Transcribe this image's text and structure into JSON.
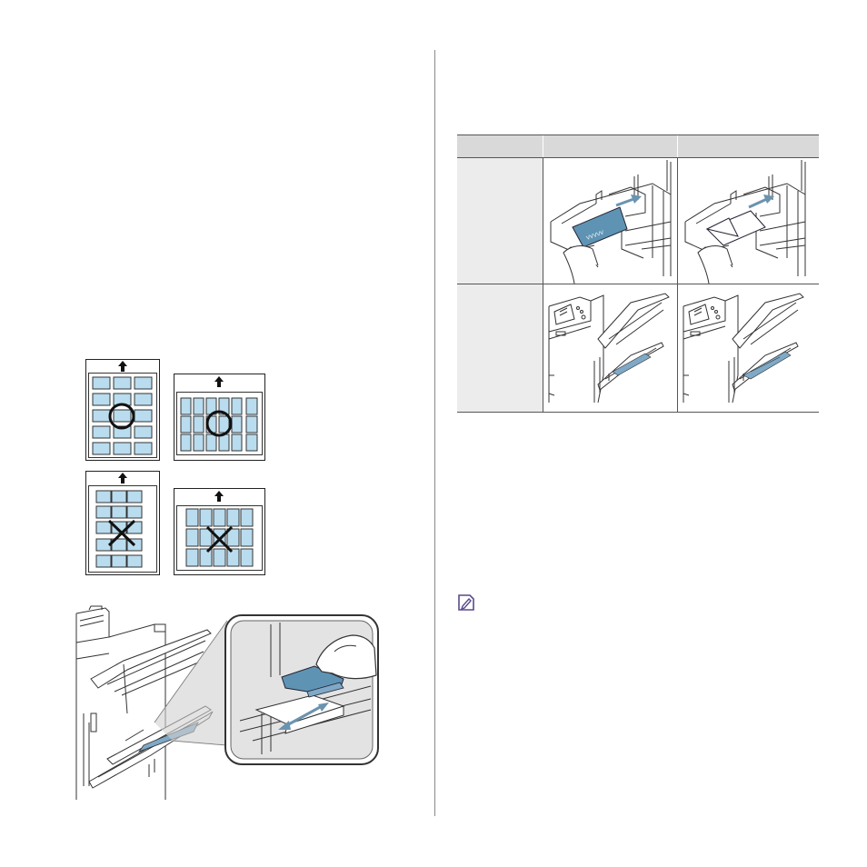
{
  "table": {
    "headers": [
      "",
      "",
      ""
    ],
    "rows": [
      {
        "label": "",
        "cells": [
          "tray-envelope-inserted",
          "tray-envelope-flap"
        ]
      },
      {
        "label": "",
        "cells": [
          "mp-tray-open",
          "mp-tray-loaded"
        ]
      }
    ]
  },
  "icons": {
    "note": "note-pencil-icon",
    "arrow": "up-arrow-icon",
    "ok": "circle-ok-icon",
    "bad": "cross-bad-icon"
  },
  "colors": {
    "label_fill": "#b9dcef",
    "paper_blue": "#7fa9c6",
    "guide_blue": "#5f93b4",
    "header_gray": "#d9d9d9",
    "label_col_gray": "#ececec",
    "rule": "#555555"
  }
}
